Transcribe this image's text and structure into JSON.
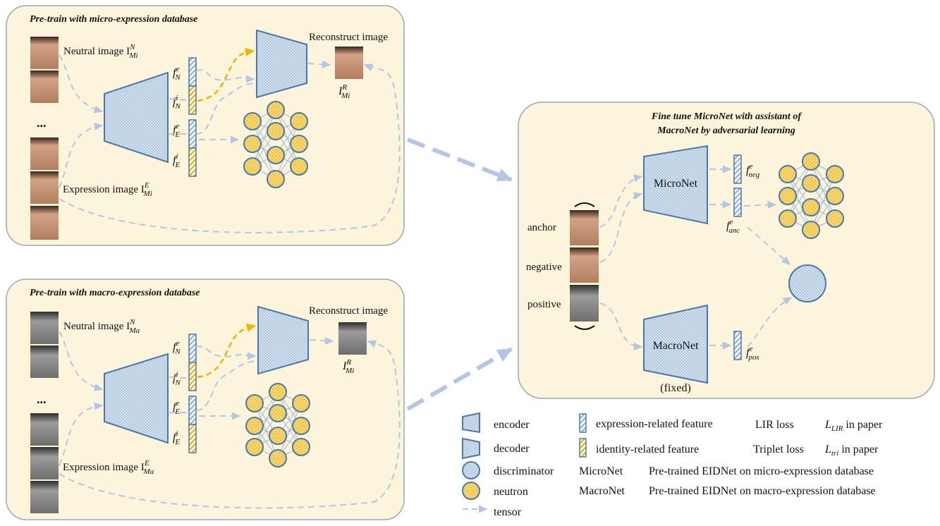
{
  "colors": {
    "panel_fill": "#fdf4dc",
    "panel_stroke": "#9aaab6",
    "network_fill": "#d7e4f1",
    "network_stroke": "#4a78a8",
    "neutron_fill": "#f7d56a",
    "neutron_stroke": "#4a78a8",
    "tensor": "#b4c6e4",
    "identity_arrow": "#f0b400",
    "expression_stripe": "#8fb0d8",
    "identity_stripe": "#e8b000"
  },
  "micro_panel": {
    "title": "Pre-train with micro-expression database",
    "neutral_label": "Neutral image I",
    "neutral_sup": "N",
    "neutral_sub": "Mi",
    "expression_label": "Expression image I",
    "expression_sup": "E",
    "expression_sub": "Mi",
    "ellipsis": "...",
    "reconstruct_label": "Reconstruct image",
    "recon_sym": "I",
    "recon_sup": "R",
    "recon_sub": "Mi",
    "features": [
      {
        "base": "f",
        "sub": "N",
        "sup": "e"
      },
      {
        "base": "f",
        "sub": "N",
        "sup": "i"
      },
      {
        "base": "f",
        "sub": "E",
        "sup": "e"
      },
      {
        "base": "f",
        "sub": "E",
        "sup": "i"
      }
    ]
  },
  "macro_panel": {
    "title": "Pre-train with macro-expression database",
    "neutral_label": "Neutral image I",
    "neutral_sup": "N",
    "neutral_sub": "Ma",
    "expression_label": "Expression image I",
    "expression_sup": "E",
    "expression_sub": "Ma",
    "ellipsis": "...",
    "reconstruct_label": "Reconstruct image",
    "recon_sym": "I",
    "recon_sup": "R",
    "recon_sub": "Mi",
    "features": [
      {
        "base": "f",
        "sub": "N",
        "sup": "e"
      },
      {
        "base": "f",
        "sub": "N",
        "sup": "i"
      },
      {
        "base": "f",
        "sub": "E",
        "sup": "e"
      },
      {
        "base": "f",
        "sub": "E",
        "sup": "i"
      }
    ]
  },
  "finetune_panel": {
    "title_line1": "Fine tune MicroNet with assistant of",
    "title_line2": "MacroNet by adversarial learning",
    "anchor": "anchor",
    "negative": "negative",
    "positive": "positive",
    "micronet": "MicroNet",
    "macronet": "MacroNet",
    "fixed": "(fixed)",
    "f_neg": {
      "base": "f",
      "sup": "e",
      "sub": "neg"
    },
    "f_anc": {
      "base": "f",
      "sup": "e",
      "sub": "anc"
    },
    "f_pos": {
      "base": "f",
      "sup": "e",
      "sub": "pos"
    }
  },
  "legend": {
    "encoder": "encoder",
    "decoder": "decoder",
    "discriminator": "discriminator",
    "neutron": "neutron",
    "tensor": "tensor",
    "expression_feature": "expression-related feature",
    "identity_feature": "identity-related feature",
    "micronet_name": "MicroNet",
    "macronet_name": "MacroNet",
    "micronet_desc": "Pre-trained EIDNet on micro-expression database",
    "macronet_desc": "Pre-trained EIDNet on macro-expression database",
    "lir_loss": "LIR loss",
    "lir_sym": "L",
    "lir_sub": "LIR",
    "lir_suffix": " in paper",
    "triplet_loss": "Triplet loss",
    "tri_sym": "L",
    "tri_sub": "tri",
    "tri_suffix": " in paper"
  }
}
